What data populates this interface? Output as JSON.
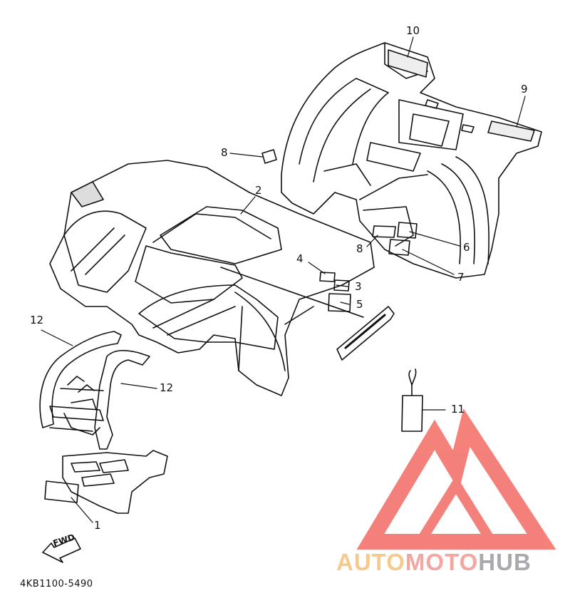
{
  "diagram": {
    "part_code": "4KB1100-5490",
    "callouts": [
      {
        "id": "1",
        "label": "1"
      },
      {
        "id": "2",
        "label": "2"
      },
      {
        "id": "3",
        "label": "3"
      },
      {
        "id": "4",
        "label": "4"
      },
      {
        "id": "5",
        "label": "5"
      },
      {
        "id": "6",
        "label": "6"
      },
      {
        "id": "7",
        "label": "7"
      },
      {
        "id": "8a",
        "label": "8"
      },
      {
        "id": "8b",
        "label": "8"
      },
      {
        "id": "9",
        "label": "9"
      },
      {
        "id": "10",
        "label": "10"
      },
      {
        "id": "11",
        "label": "11"
      },
      {
        "id": "12a",
        "label": "12"
      },
      {
        "id": "12b",
        "label": "12"
      }
    ],
    "fwd_label": "FWD"
  },
  "watermark": {
    "brand_part1": "AUTO",
    "brand_part2": "MOTO",
    "brand_part3": "HUB",
    "colors": {
      "auto": "#f6c98c",
      "moto": "#f4a6a0",
      "hub": "#a9aaad",
      "logo": "#f26b63"
    }
  }
}
